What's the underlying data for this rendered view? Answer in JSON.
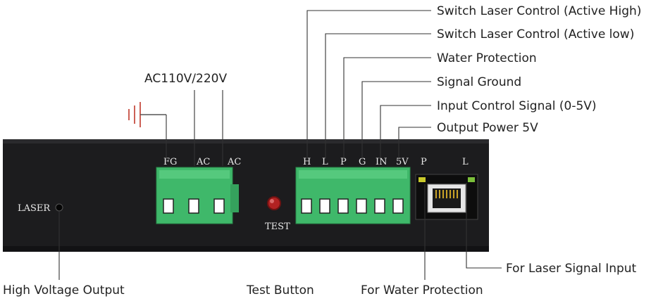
{
  "callouts": {
    "switch_high": "Switch Laser Control (Active High)",
    "switch_low": "Switch Laser Control (Active low)",
    "water_protection": "Water Protection",
    "signal_ground": "Signal Ground",
    "input_control": "Input Control Signal (0-5V)",
    "output_power": "Output Power 5V",
    "ac_voltage": "AC110V/220V",
    "high_voltage_output": "High Voltage Output",
    "test_button": "Test Button",
    "for_water_protection": "For Water Protection",
    "for_laser_signal_input": "For Laser Signal Input"
  },
  "panel": {
    "laser_label": "LASER",
    "test_label": "TEST",
    "ac_terminals": [
      "FG",
      "AC",
      "AC"
    ],
    "signal_terminals": [
      "H",
      "L",
      "P",
      "G",
      "IN",
      "5V"
    ],
    "rj45_left": "P",
    "rj45_right": "L"
  },
  "colors": {
    "panel": "#1c1c1e",
    "terminal_green": "#3fb86a",
    "ground_symbol": "#c0392b",
    "test_button": "#b22222"
  }
}
